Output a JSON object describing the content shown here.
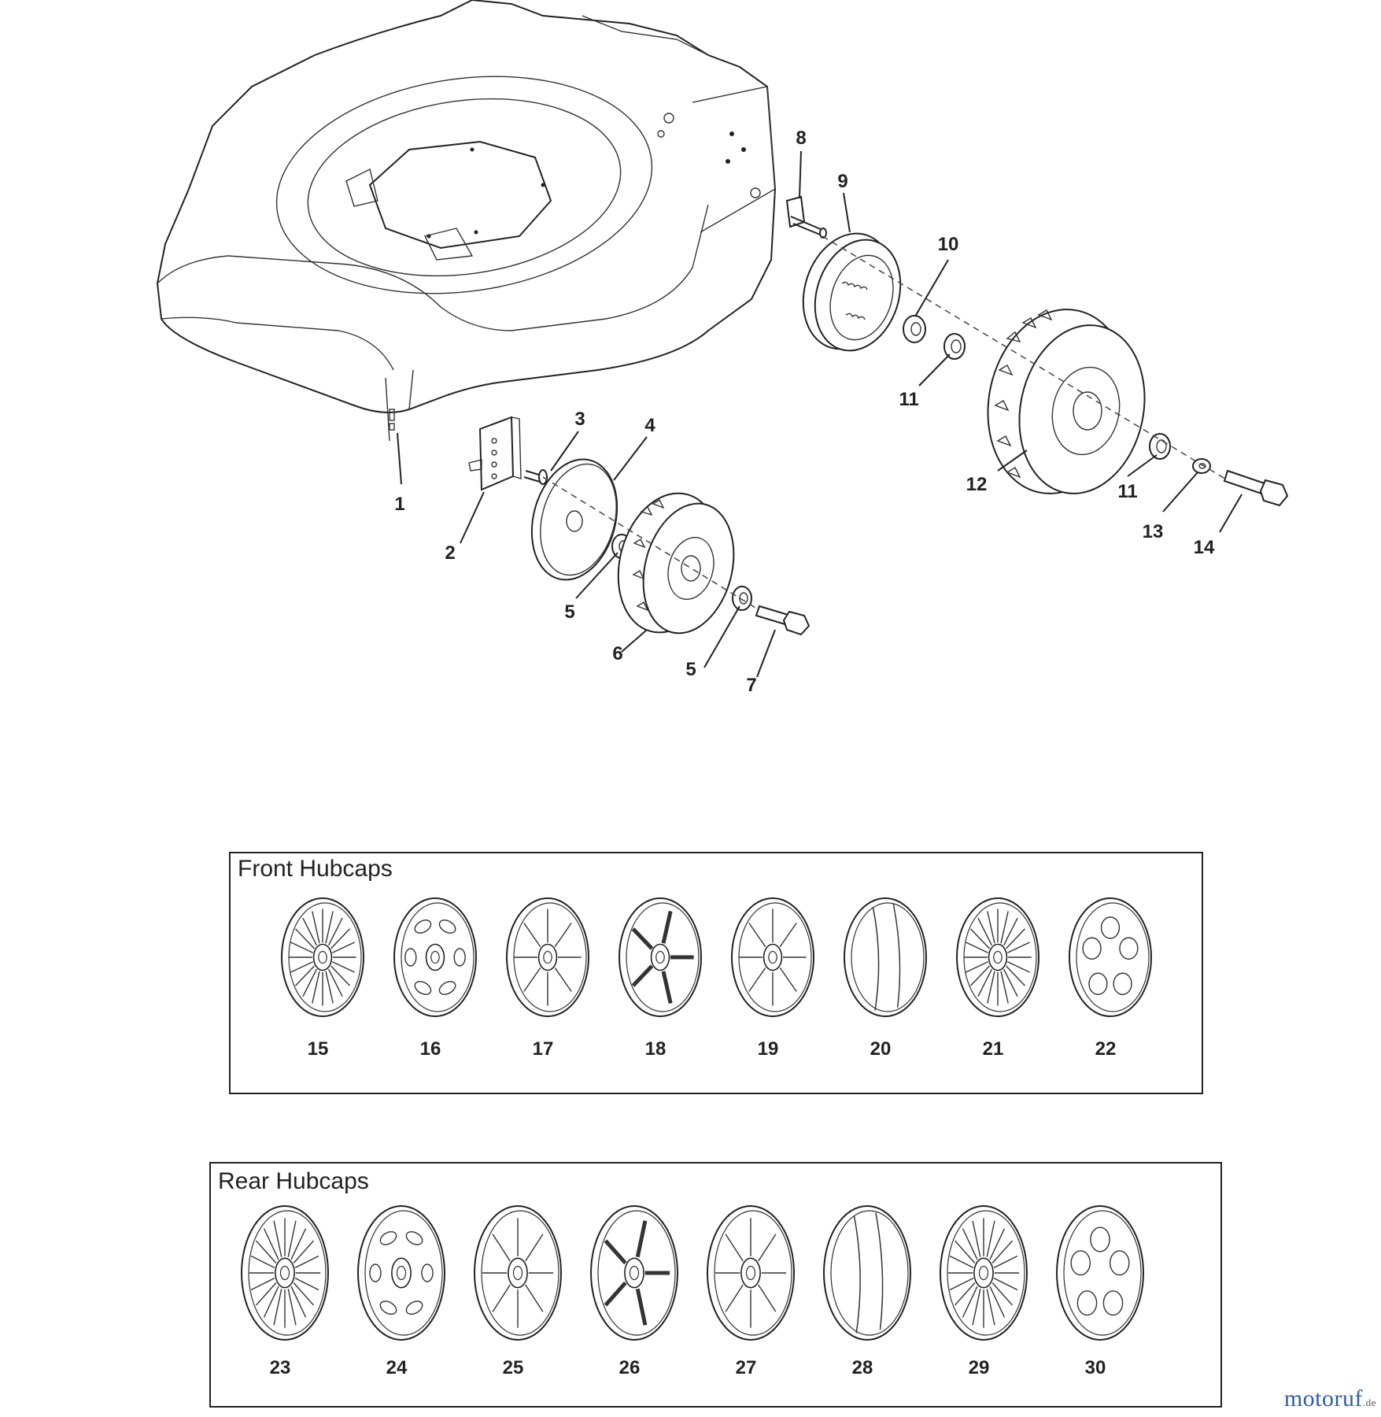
{
  "callouts": [
    "1",
    "2",
    "3",
    "4",
    "5",
    "5",
    "6",
    "7",
    "8",
    "9",
    "10",
    "11",
    "11",
    "12",
    "13",
    "14"
  ],
  "front_hubcaps": {
    "title": "Front Hubcaps",
    "items": [
      {
        "number": "15",
        "style": "spokes"
      },
      {
        "number": "16",
        "style": "slots"
      },
      {
        "number": "17",
        "style": "ring"
      },
      {
        "number": "18",
        "style": "star"
      },
      {
        "number": "19",
        "style": "ring"
      },
      {
        "number": "20",
        "style": "ribs"
      },
      {
        "number": "21",
        "style": "spokes"
      },
      {
        "number": "22",
        "style": "dimples"
      }
    ]
  },
  "rear_hubcaps": {
    "title": "Rear Hubcaps",
    "items": [
      {
        "number": "23",
        "style": "spokes"
      },
      {
        "number": "24",
        "style": "slots"
      },
      {
        "number": "25",
        "style": "ring"
      },
      {
        "number": "26",
        "style": "star"
      },
      {
        "number": "27",
        "style": "ring"
      },
      {
        "number": "28",
        "style": "ribs"
      },
      {
        "number": "29",
        "style": "spokes"
      },
      {
        "number": "30",
        "style": "dimples"
      }
    ]
  },
  "watermark": {
    "brand": "motoruf",
    "tld": ".de"
  }
}
